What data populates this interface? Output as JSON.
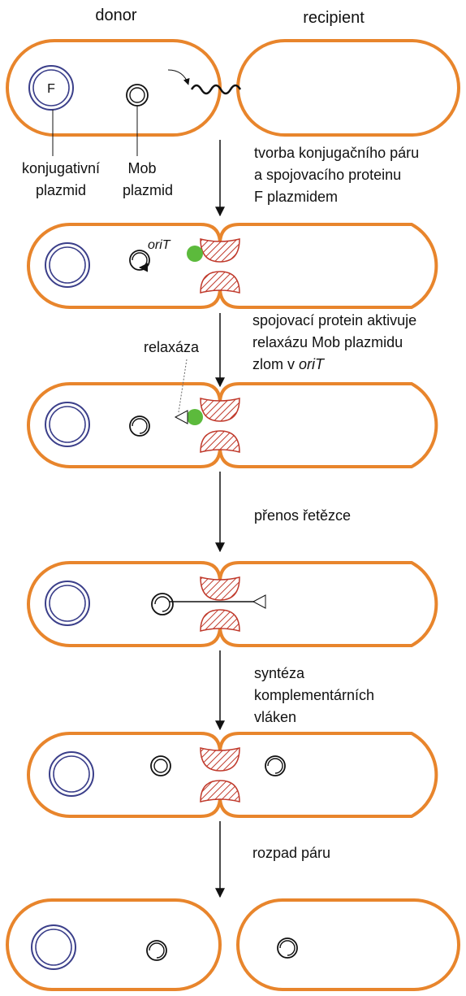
{
  "headers": {
    "donor": "donor",
    "recipient": "recipient"
  },
  "labels": {
    "f_plasmid_letter": "F",
    "conjugative_plasmid_line1": "konjugativní",
    "conjugative_plasmid_line2": "plazmid",
    "mob_plasmid_line1": "Mob",
    "mob_plasmid_line2": "plazmid",
    "oriT": "oriT",
    "relaxase": "relaxáza"
  },
  "steps": [
    {
      "lines": [
        "tvorba konjugačního páru",
        "a spojovacího proteinu",
        "F plazmidem"
      ]
    },
    {
      "lines": [
        "spojovací protein aktivuje",
        "relaxázu Mob plazmidu"
      ],
      "line3_prefix": "zlom v ",
      "line3_italic": "oriT"
    },
    {
      "lines": [
        "přenos řetězce"
      ]
    },
    {
      "lines": [
        "syntéza",
        "komplementárních",
        "vláken"
      ]
    },
    {
      "lines": [
        "rozpad  páru"
      ]
    }
  ],
  "colors": {
    "cell_outline": "#e8852c",
    "f_plasmid": "#3b3f8a",
    "bridge_hatch": "#c0392b",
    "coupling_protein": "#5cba3c"
  }
}
